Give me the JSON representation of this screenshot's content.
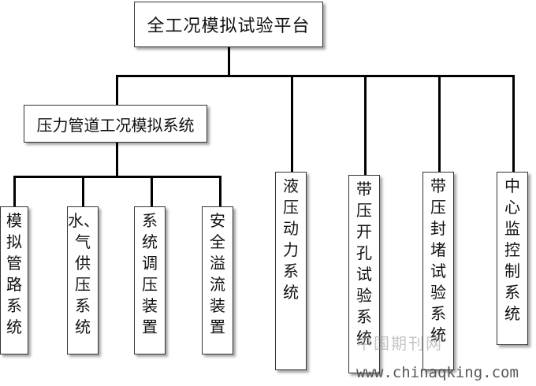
{
  "root": {
    "label": "全工况模拟试验平台"
  },
  "subsystem": {
    "label": "压力管道工况模拟系统"
  },
  "leaves": [
    {
      "label": "模拟管路系统"
    },
    {
      "label": "水、气供压系统"
    },
    {
      "label": "系统调压装置"
    },
    {
      "label": "安全溢流装置"
    }
  ],
  "branches": [
    {
      "label": "液压动力系统"
    },
    {
      "label": "带压开孔试验系统"
    },
    {
      "label": "带压封堵试验系统"
    },
    {
      "label": "中心监控制系统"
    }
  ],
  "watermark": {
    "cn": "中国期刊网",
    "url": "www.chinaqking.com"
  }
}
